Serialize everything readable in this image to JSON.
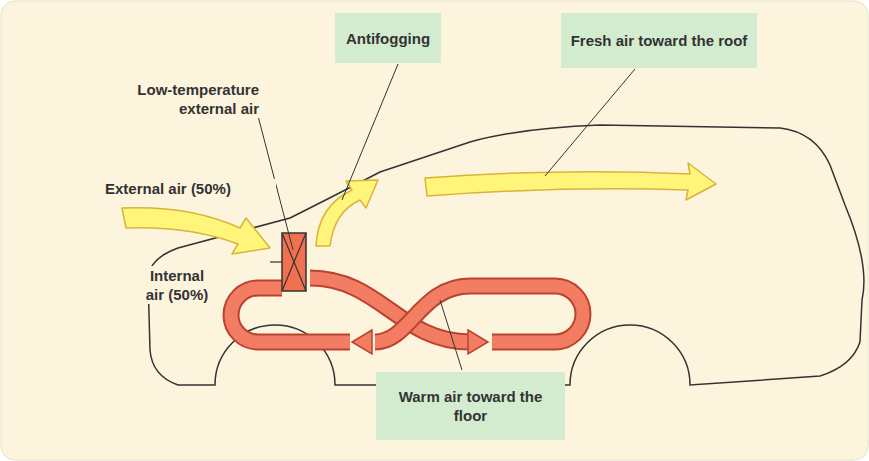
{
  "diagram": {
    "nodes": [
      {
        "text": [
          "Antifogging"
        ]
      },
      {
        "text": [
          "Fresh air toward the roof"
        ]
      },
      {
        "text": [
          "Warm air toward the floor"
        ]
      }
    ],
    "labels": [
      "Low-temperature external air",
      "External air (50%)",
      "Internal air (50%)"
    ]
  }
}
